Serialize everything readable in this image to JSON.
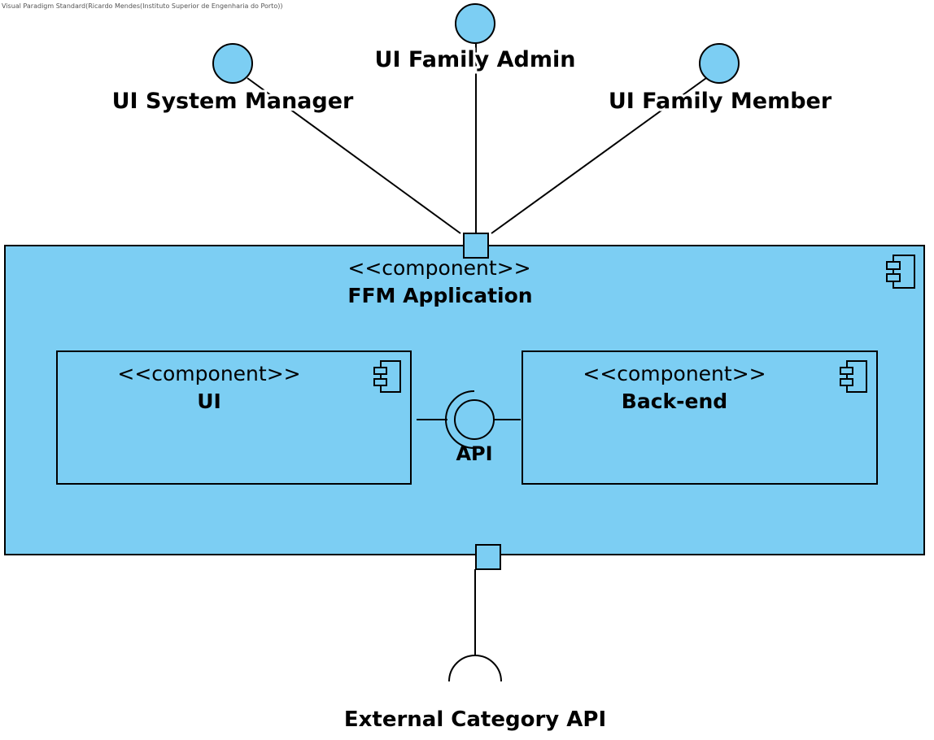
{
  "watermark": "Visual Paradigm Standard(Ricardo Mendes(Instituto Superior de Engenharia do Porto))",
  "provided_interfaces": {
    "system_manager": "UI System Manager",
    "family_admin": "UI Family Admin",
    "family_member": "UI Family Member"
  },
  "application": {
    "stereotype": "<<component>>",
    "name": "FFM Application"
  },
  "ui_component": {
    "stereotype": "<<component>>",
    "name": "UI"
  },
  "backend_component": {
    "stereotype": "<<component>>",
    "name": "Back-end"
  },
  "internal_interface": {
    "name": "API"
  },
  "required_interface": {
    "name": "External Category API"
  },
  "colors": {
    "fill": "#7ccef3",
    "stroke": "#000000",
    "background": "#ffffff"
  },
  "icons": {
    "component": "uml-component-icon",
    "lollipop": "provided-interface-circle",
    "socket": "required-interface-socket"
  }
}
